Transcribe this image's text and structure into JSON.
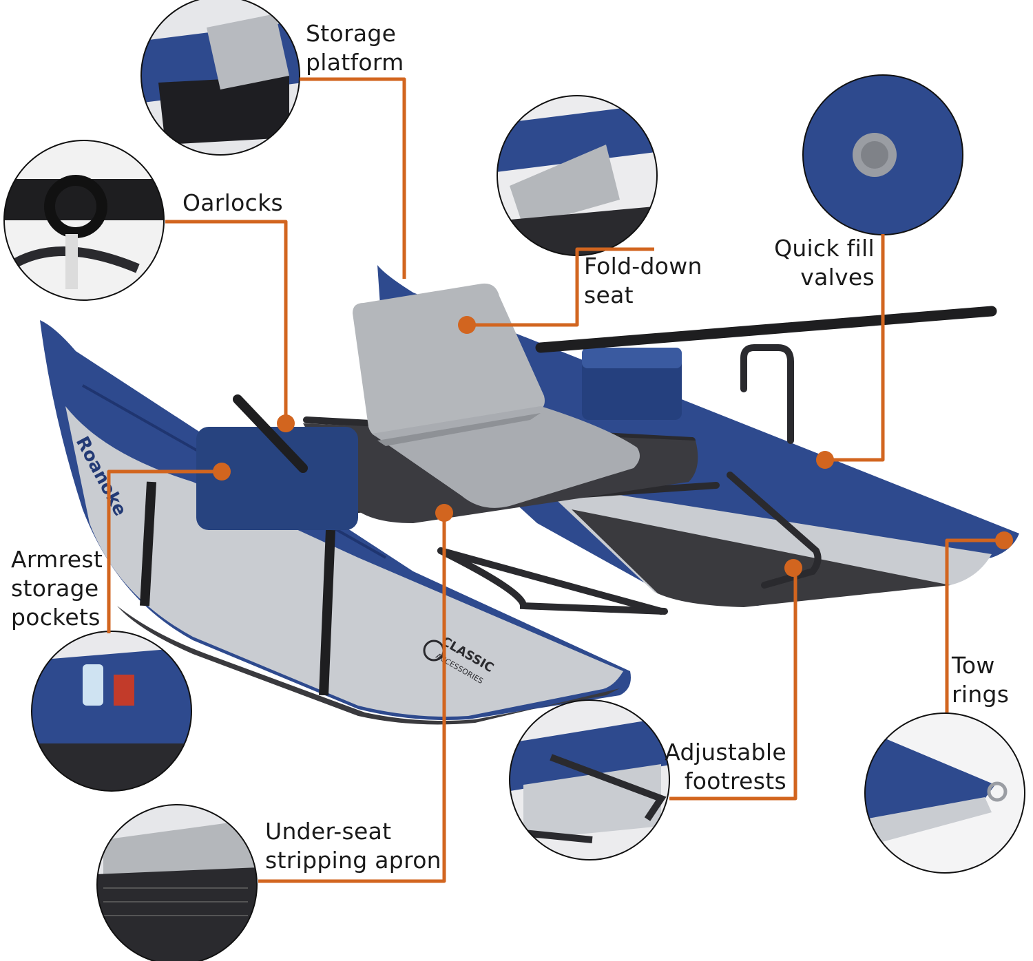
{
  "colors": {
    "callout": "#d2651f",
    "boat_blue": "#2e4a8e",
    "boat_blue_dark": "#1f3570",
    "boat_gray": "#c9ccd1",
    "frame": "#2a2a2e",
    "seat_gray": "#b4b7bb"
  },
  "boat": {
    "brand_name": "Roanoke",
    "maker_logo_line1": "CLASSIC",
    "maker_logo_line2": "ACCESSORIES"
  },
  "callouts": [
    {
      "id": "storage-platform",
      "lines": [
        "Storage",
        "platform"
      ],
      "icon": "storage-platform-closeup"
    },
    {
      "id": "oarlocks",
      "lines": [
        "Oarlocks"
      ],
      "icon": "oarlock-closeup"
    },
    {
      "id": "fold-down-seat",
      "lines": [
        "Fold-down",
        "seat"
      ],
      "icon": "folded-seat-closeup"
    },
    {
      "id": "quick-fill-valves",
      "lines": [
        "Quick fill",
        "valves"
      ],
      "icon": "valve-closeup"
    },
    {
      "id": "armrest-storage-pockets",
      "lines": [
        "Armrest",
        "storage",
        "pockets"
      ],
      "icon": "pocket-closeup"
    },
    {
      "id": "tow-rings",
      "lines": [
        "Tow",
        "rings"
      ],
      "icon": "tow-ring-closeup"
    },
    {
      "id": "adjustable-footrests",
      "lines": [
        "Adjustable",
        "footrests"
      ],
      "icon": "footrest-closeup"
    },
    {
      "id": "under-seat-stripping-apron",
      "lines": [
        "Under-seat",
        "stripping apron"
      ],
      "icon": "apron-closeup"
    }
  ]
}
